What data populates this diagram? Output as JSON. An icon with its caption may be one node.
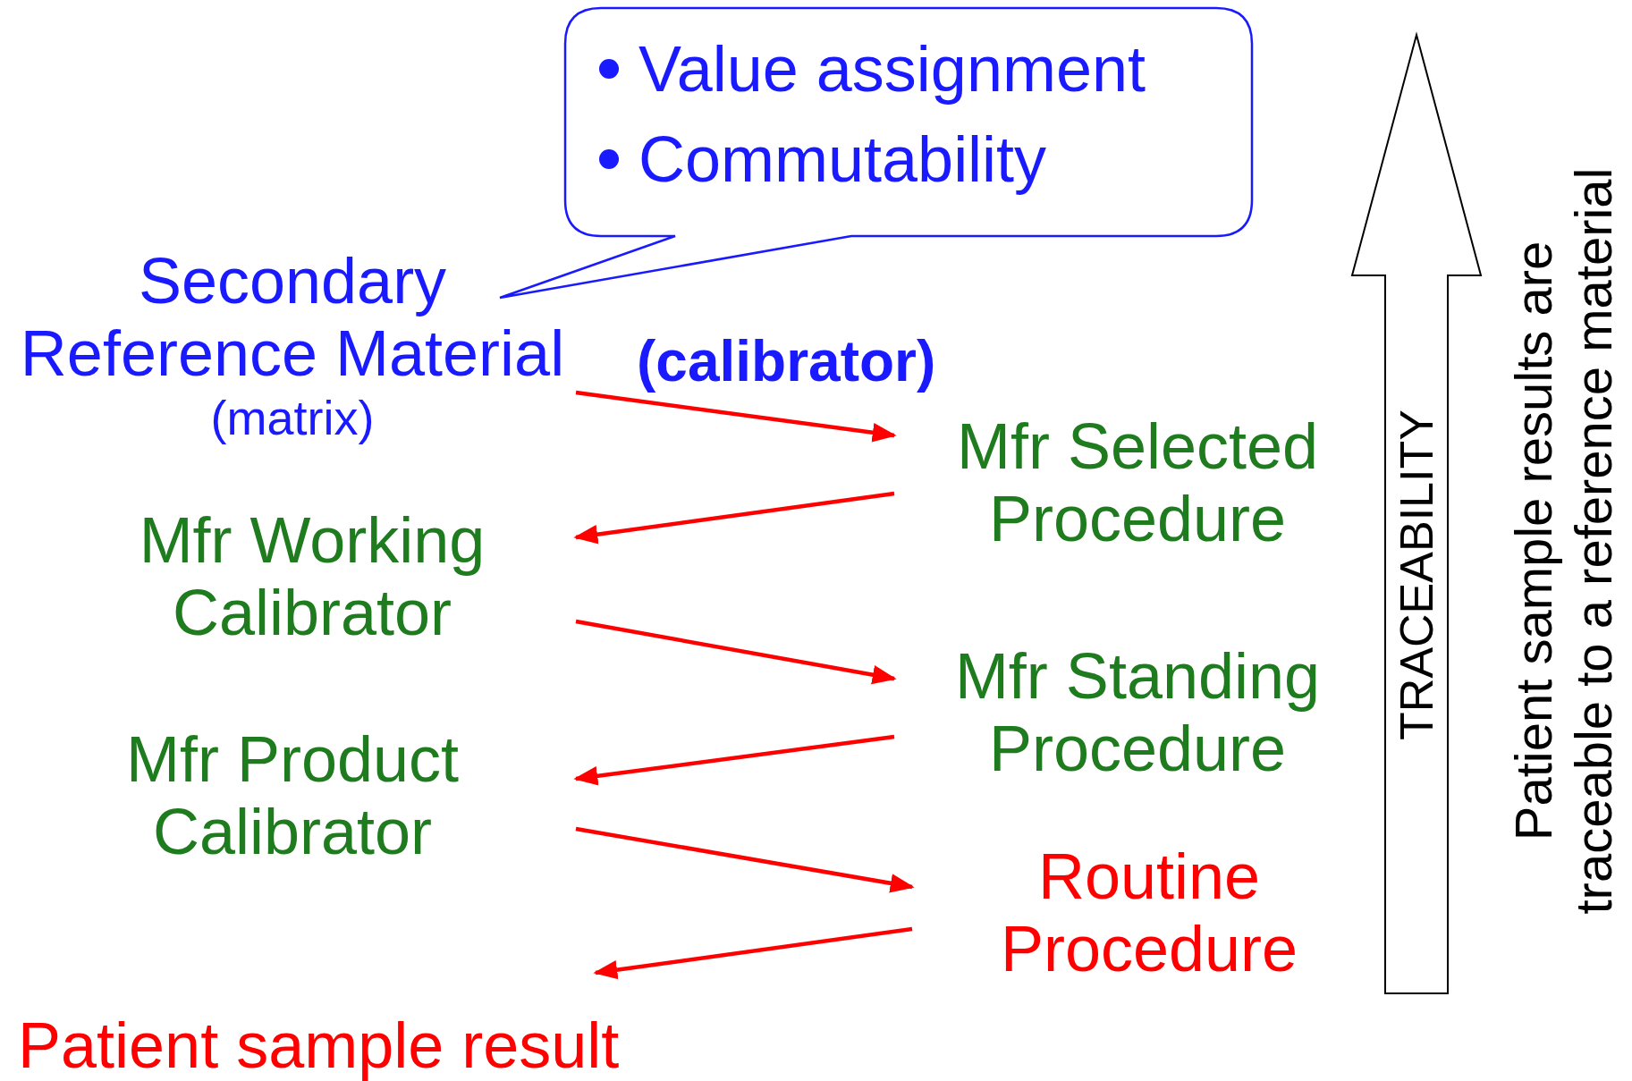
{
  "diagram": {
    "nodes": [
      {
        "text": [
          "Value assignment",
          "Commutability"
        ]
      },
      {
        "text": [
          "Secondary Reference Material",
          "(matrix)"
        ]
      },
      {
        "text": [
          "Mfr Selected Procedure"
        ]
      },
      {
        "text": [
          "Mfr Working Calibrator"
        ]
      },
      {
        "text": [
          "Mfr Standing Procedure"
        ]
      },
      {
        "text": [
          "Mfr Product Calibrator"
        ]
      },
      {
        "text": [
          "Routine Procedure"
        ]
      },
      {
        "text": [
          "Patient sample result"
        ]
      },
      {
        "text": [
          "TRACEABILITY"
        ]
      }
    ],
    "edges": [
      {
        "from": 1,
        "to": 2,
        "arrow": "to"
      },
      {
        "from": 2,
        "to": 3,
        "arrow": "to"
      },
      {
        "from": 3,
        "to": 4,
        "arrow": "to"
      },
      {
        "from": 4,
        "to": 5,
        "arrow": "to"
      },
      {
        "from": 5,
        "to": 6,
        "arrow": "to"
      },
      {
        "from": 6,
        "to": 7,
        "arrow": "to"
      }
    ],
    "labels": [
      "(calibrator)",
      "Patient sample results are traceable to a reference material"
    ]
  }
}
